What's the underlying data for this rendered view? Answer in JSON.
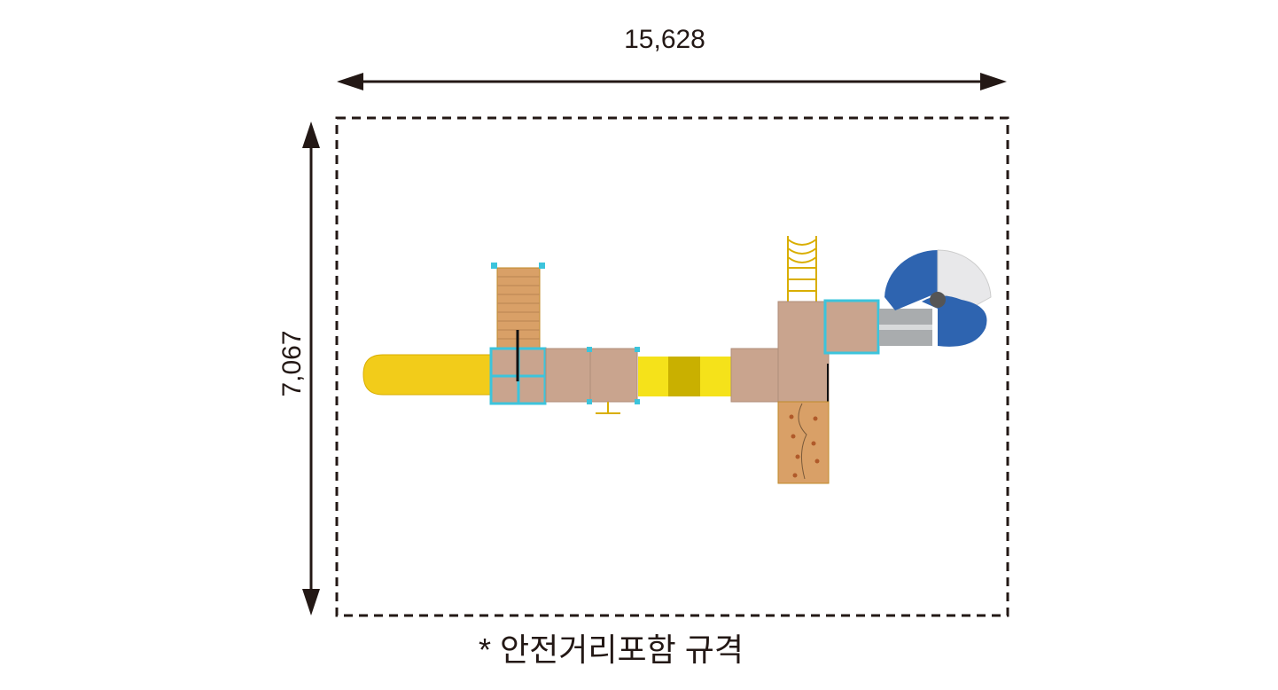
{
  "diagram": {
    "width_label": "15,628",
    "height_label": "7,067",
    "note": "* 안전거리포함 규격",
    "colors": {
      "line": "#231815",
      "slide": "#f2cc1a",
      "deck": "#c9a48e",
      "frame": "#3cc4dc",
      "stair": "#d9a067",
      "spiral_blue": "#2e64b0",
      "tube_gray": "#a9acae"
    }
  }
}
